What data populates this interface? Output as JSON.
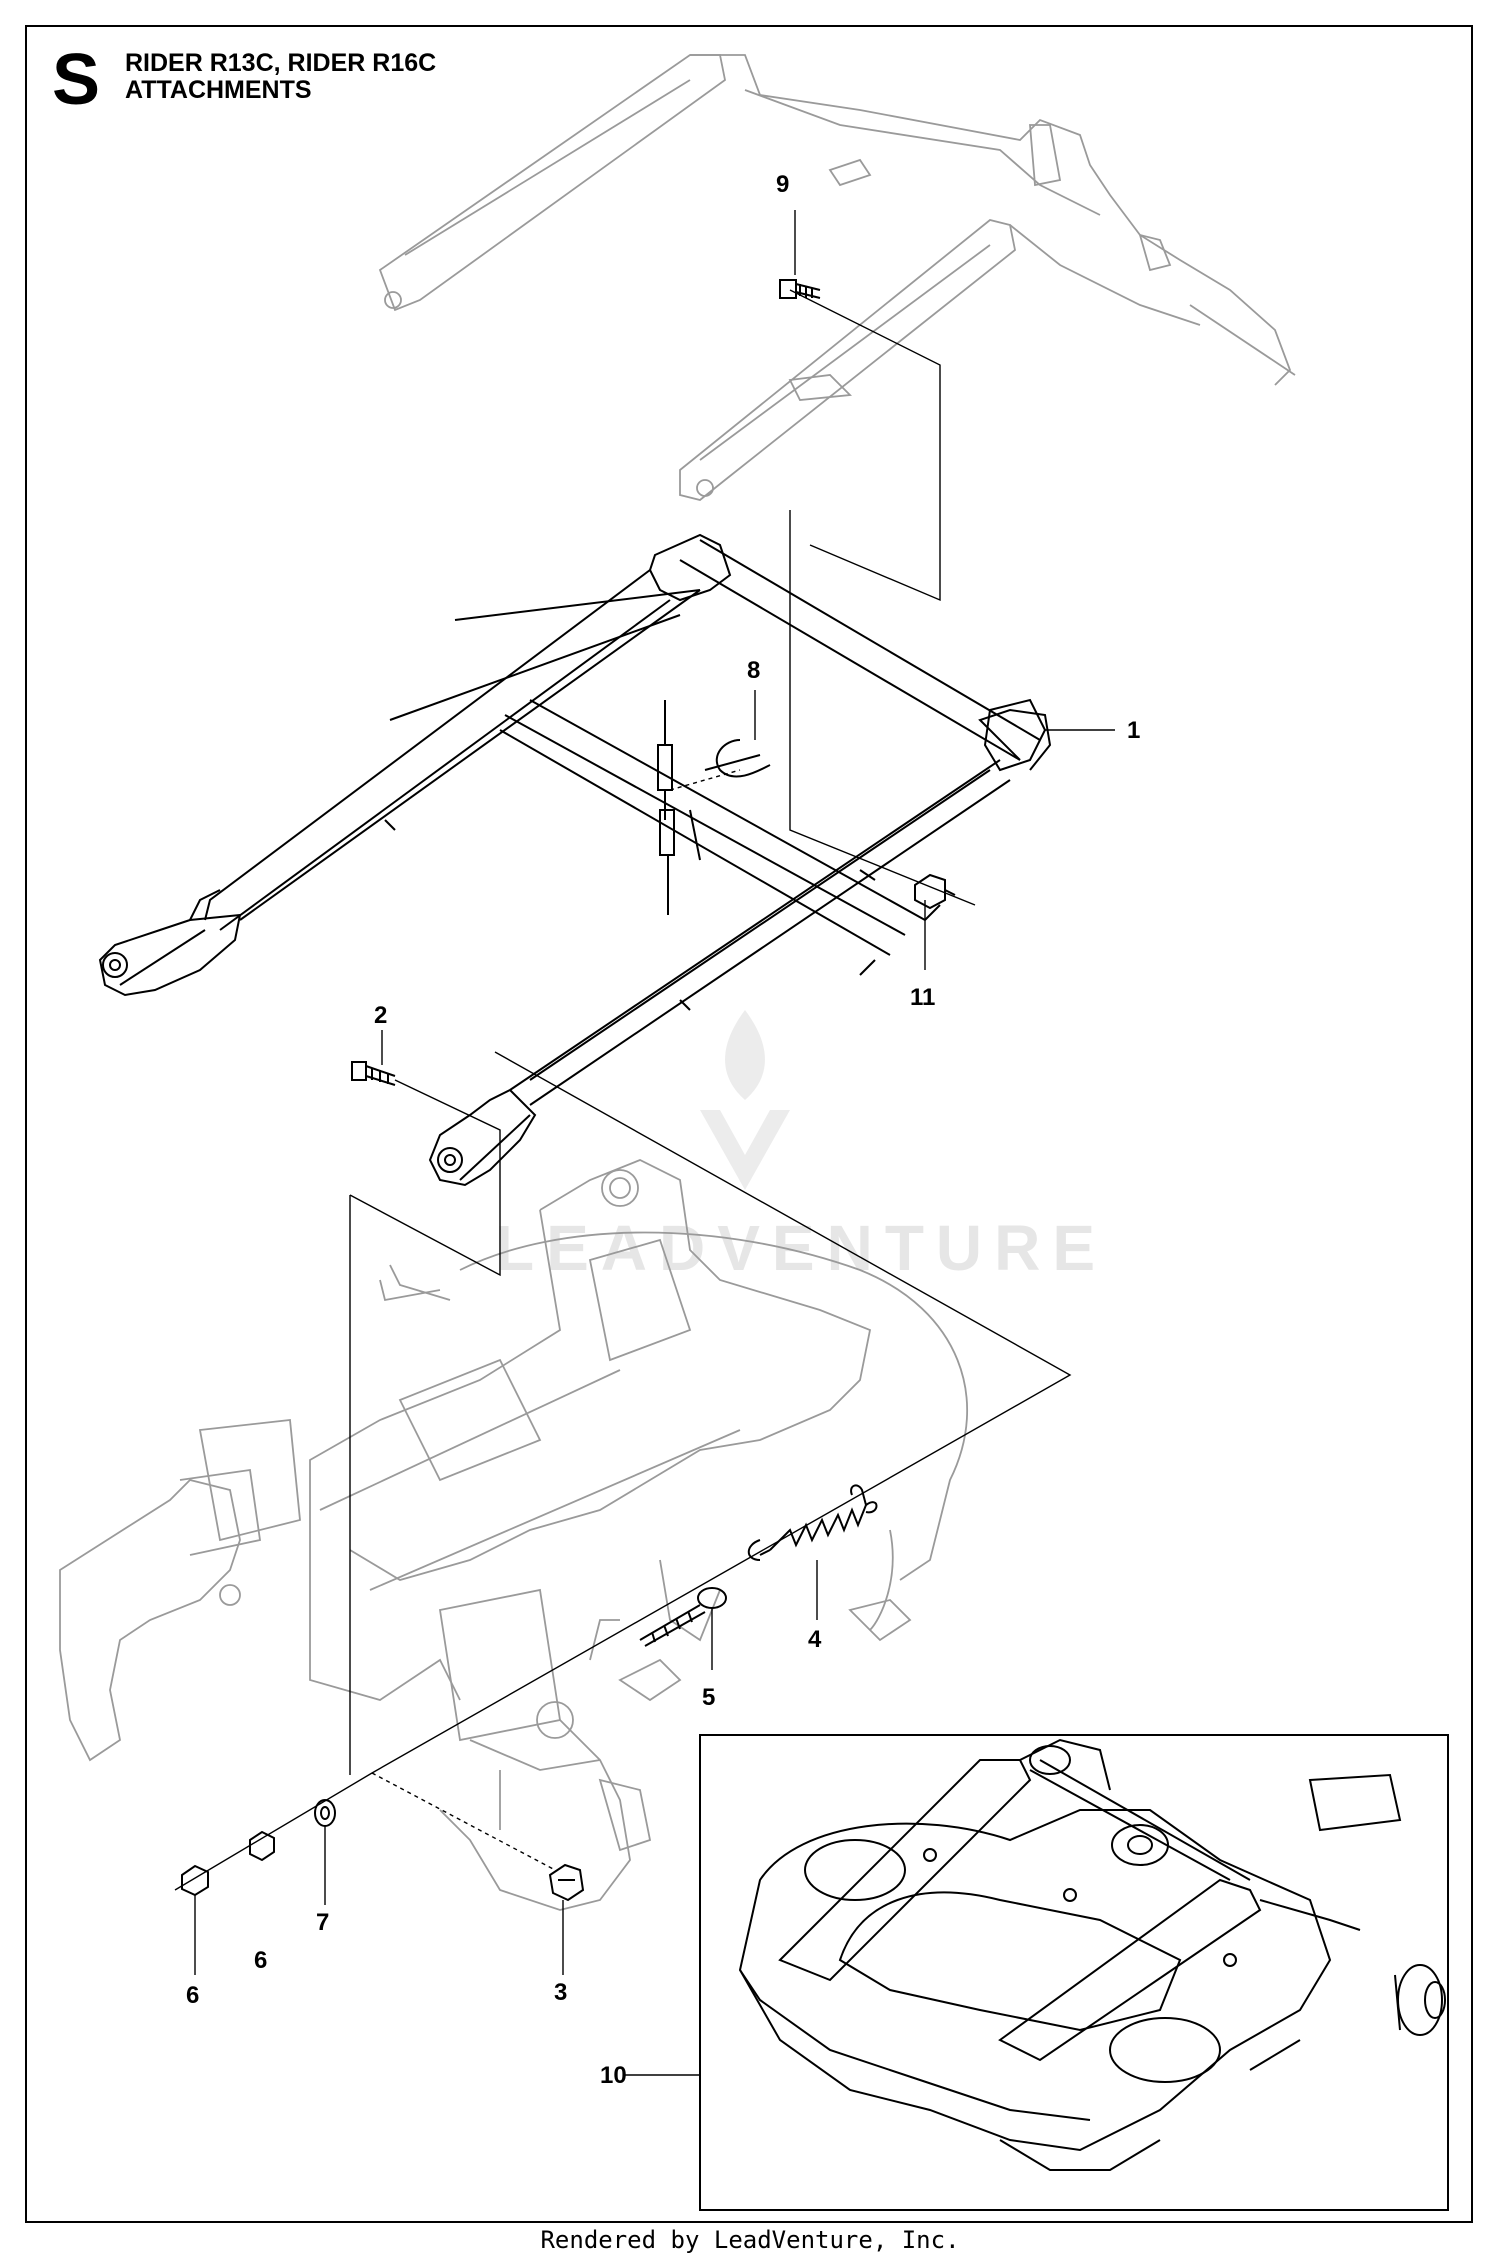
{
  "header": {
    "section_letter": "S",
    "title_line1": "RIDER R13C, RIDER R16C",
    "title_line2": "ATTACHMENTS"
  },
  "watermark": {
    "text": "LEADVENTURE"
  },
  "footer": {
    "text": "Rendered by LeadVenture, Inc."
  },
  "callouts": [
    {
      "id": "c1",
      "label": "1"
    },
    {
      "id": "c2",
      "label": "2"
    },
    {
      "id": "c3",
      "label": "3"
    },
    {
      "id": "c4",
      "label": "4"
    },
    {
      "id": "c5",
      "label": "5"
    },
    {
      "id": "c6a",
      "label": "6"
    },
    {
      "id": "c6b",
      "label": "6"
    },
    {
      "id": "c7",
      "label": "7"
    },
    {
      "id": "c8",
      "label": "8"
    },
    {
      "id": "c9",
      "label": "9"
    },
    {
      "id": "c10",
      "label": "10"
    },
    {
      "id": "c11",
      "label": "11"
    }
  ]
}
